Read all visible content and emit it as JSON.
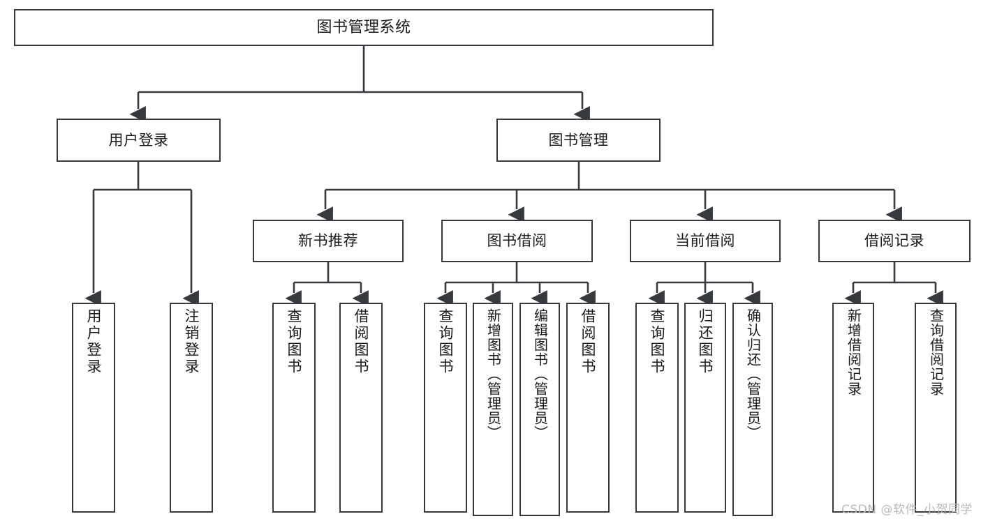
{
  "diagram": {
    "kind": "hierarchy-tree",
    "title": "图书管理系统",
    "stroke_color": "#36393d",
    "fill_color": "#ffffff",
    "text_color": "#1a1a1a",
    "watermark": "CSDN @软件_小贺同学"
  },
  "nodes": {
    "root": {
      "label": "图书管理系统"
    },
    "level2": [
      {
        "id": "user-login",
        "label": "用户登录"
      },
      {
        "id": "book-manage",
        "label": "图书管理"
      }
    ],
    "level3": [
      {
        "id": "new-book-recommend",
        "label": "新书推荐"
      },
      {
        "id": "book-borrow",
        "label": "图书借阅"
      },
      {
        "id": "current-borrow",
        "label": "当前借阅"
      },
      {
        "id": "borrow-record",
        "label": "借阅记录"
      }
    ],
    "leaves": {
      "user_login": [
        {
          "id": "leaf-user-login",
          "label": "用户登录"
        },
        {
          "id": "leaf-logout-login",
          "label": "注销登录"
        }
      ],
      "new_book_recommend": [
        {
          "id": "leaf-query-book-1",
          "label": "查询图书"
        },
        {
          "id": "leaf-borrow-book-1",
          "label": "借阅图书"
        }
      ],
      "book_borrow": [
        {
          "id": "leaf-query-book-2",
          "label": "查询图书"
        },
        {
          "id": "leaf-add-book",
          "label": "新增图书（管理员）"
        },
        {
          "id": "leaf-edit-book",
          "label": "编辑图书（管理员）"
        },
        {
          "id": "leaf-borrow-book-2",
          "label": "借阅图书"
        }
      ],
      "current_borrow": [
        {
          "id": "leaf-query-book-3",
          "label": "查询图书"
        },
        {
          "id": "leaf-return-book",
          "label": "归还图书"
        },
        {
          "id": "leaf-confirm-return",
          "label": "确认归还（管理员）"
        }
      ],
      "borrow_record": [
        {
          "id": "leaf-add-record",
          "label": "新增借阅记录"
        },
        {
          "id": "leaf-query-record",
          "label": "查询借阅记录"
        }
      ]
    }
  }
}
